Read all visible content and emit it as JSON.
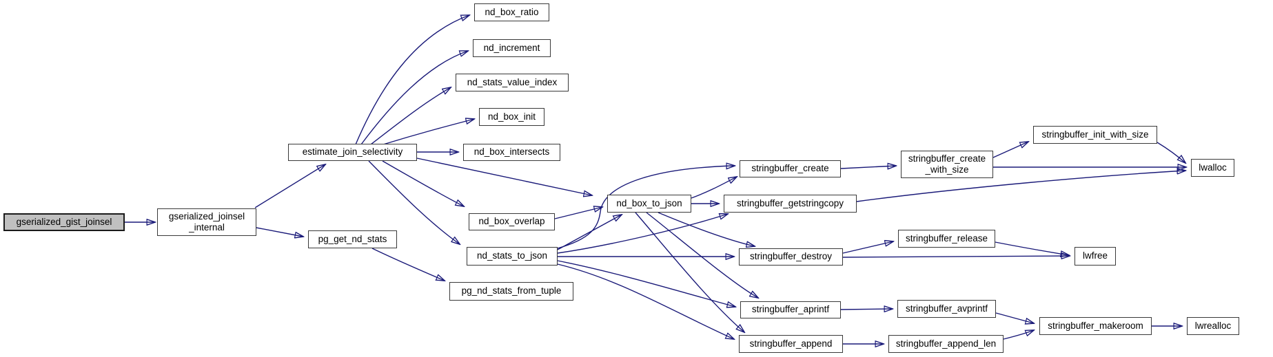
{
  "graph": {
    "type": "call-graph",
    "root": "gserialized_gist_joinsel",
    "colors": {
      "edge": "#191978",
      "node_background": "#ffffff",
      "node_border": "#383838",
      "root_background": "#c0c0c0",
      "root_border": "#1a1a1a",
      "text": "#000000",
      "page_background": "#ffffff"
    },
    "nodes": {
      "gserialized_gist_joinsel": {
        "label": "gserialized_gist_joinsel"
      },
      "gserialized_joinsel_internal": {
        "label": "gserialized_joinsel_internal",
        "lines": [
          "gserialized_joinsel",
          "_internal"
        ]
      },
      "estimate_join_selectivity": {
        "label": "estimate_join_selectivity"
      },
      "pg_get_nd_stats": {
        "label": "pg_get_nd_stats"
      },
      "nd_box_ratio": {
        "label": "nd_box_ratio"
      },
      "nd_increment": {
        "label": "nd_increment"
      },
      "nd_stats_value_index": {
        "label": "nd_stats_value_index"
      },
      "nd_box_init": {
        "label": "nd_box_init"
      },
      "nd_box_intersects": {
        "label": "nd_box_intersects"
      },
      "nd_box_overlap": {
        "label": "nd_box_overlap"
      },
      "nd_stats_to_json": {
        "label": "nd_stats_to_json"
      },
      "pg_nd_stats_from_tuple": {
        "label": "pg_nd_stats_from_tuple"
      },
      "nd_box_to_json": {
        "label": "nd_box_to_json"
      },
      "stringbuffer_create": {
        "label": "stringbuffer_create"
      },
      "stringbuffer_getstringcopy": {
        "label": "stringbuffer_getstringcopy"
      },
      "stringbuffer_destroy": {
        "label": "stringbuffer_destroy"
      },
      "stringbuffer_aprintf": {
        "label": "stringbuffer_aprintf"
      },
      "stringbuffer_append": {
        "label": "stringbuffer_append"
      },
      "stringbuffer_create_with_size": {
        "label": "stringbuffer_create_with_size",
        "lines": [
          "stringbuffer_create",
          "_with_size"
        ]
      },
      "stringbuffer_init_with_size": {
        "label": "stringbuffer_init_with_size"
      },
      "lwalloc": {
        "label": "lwalloc"
      },
      "stringbuffer_release": {
        "label": "stringbuffer_release"
      },
      "lwfree": {
        "label": "lwfree"
      },
      "stringbuffer_avprintf": {
        "label": "stringbuffer_avprintf"
      },
      "stringbuffer_append_len": {
        "label": "stringbuffer_append_len"
      },
      "stringbuffer_makeroom": {
        "label": "stringbuffer_makeroom"
      },
      "lwrealloc": {
        "label": "lwrealloc"
      }
    },
    "edges": [
      {
        "from": "gserialized_gist_joinsel",
        "to": "gserialized_joinsel_internal"
      },
      {
        "from": "gserialized_joinsel_internal",
        "to": "estimate_join_selectivity"
      },
      {
        "from": "gserialized_joinsel_internal",
        "to": "pg_get_nd_stats"
      },
      {
        "from": "estimate_join_selectivity",
        "to": "nd_box_ratio"
      },
      {
        "from": "estimate_join_selectivity",
        "to": "nd_increment"
      },
      {
        "from": "estimate_join_selectivity",
        "to": "nd_stats_value_index"
      },
      {
        "from": "estimate_join_selectivity",
        "to": "nd_box_init"
      },
      {
        "from": "estimate_join_selectivity",
        "to": "nd_box_intersects"
      },
      {
        "from": "estimate_join_selectivity",
        "to": "nd_box_to_json"
      },
      {
        "from": "estimate_join_selectivity",
        "to": "nd_box_overlap"
      },
      {
        "from": "estimate_join_selectivity",
        "to": "nd_stats_to_json"
      },
      {
        "from": "pg_get_nd_stats",
        "to": "pg_nd_stats_from_tuple"
      },
      {
        "from": "nd_box_overlap",
        "to": "nd_box_to_json"
      },
      {
        "from": "nd_stats_to_json",
        "to": "nd_box_to_json"
      },
      {
        "from": "nd_stats_to_json",
        "to": "stringbuffer_create"
      },
      {
        "from": "nd_stats_to_json",
        "to": "stringbuffer_getstringcopy"
      },
      {
        "from": "nd_stats_to_json",
        "to": "stringbuffer_destroy"
      },
      {
        "from": "nd_stats_to_json",
        "to": "stringbuffer_aprintf"
      },
      {
        "from": "nd_stats_to_json",
        "to": "stringbuffer_append"
      },
      {
        "from": "nd_box_to_json",
        "to": "stringbuffer_create"
      },
      {
        "from": "nd_box_to_json",
        "to": "stringbuffer_getstringcopy"
      },
      {
        "from": "nd_box_to_json",
        "to": "stringbuffer_destroy"
      },
      {
        "from": "nd_box_to_json",
        "to": "stringbuffer_aprintf"
      },
      {
        "from": "nd_box_to_json",
        "to": "stringbuffer_append"
      },
      {
        "from": "stringbuffer_create",
        "to": "stringbuffer_create_with_size"
      },
      {
        "from": "stringbuffer_create_with_size",
        "to": "stringbuffer_init_with_size"
      },
      {
        "from": "stringbuffer_create_with_size",
        "to": "lwalloc"
      },
      {
        "from": "stringbuffer_init_with_size",
        "to": "lwalloc"
      },
      {
        "from": "stringbuffer_getstringcopy",
        "to": "lwalloc"
      },
      {
        "from": "stringbuffer_destroy",
        "to": "stringbuffer_release"
      },
      {
        "from": "stringbuffer_destroy",
        "to": "lwfree"
      },
      {
        "from": "stringbuffer_release",
        "to": "lwfree"
      },
      {
        "from": "stringbuffer_aprintf",
        "to": "stringbuffer_avprintf"
      },
      {
        "from": "stringbuffer_avprintf",
        "to": "stringbuffer_makeroom"
      },
      {
        "from": "stringbuffer_append",
        "to": "stringbuffer_append_len"
      },
      {
        "from": "stringbuffer_append_len",
        "to": "stringbuffer_makeroom"
      },
      {
        "from": "stringbuffer_makeroom",
        "to": "lwrealloc"
      }
    ]
  }
}
